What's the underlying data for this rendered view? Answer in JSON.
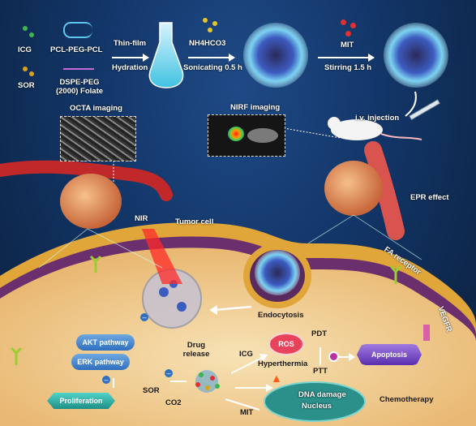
{
  "legend": {
    "icg": "ICG",
    "pcl_peg_pcl": "PCL-PEG-PCL",
    "sor": "SOR",
    "dspe_peg_folate": "DSPE-PEG\n(2000) Folate"
  },
  "steps": {
    "thin_film": "Thin-film",
    "hydration": "Hydration",
    "nh4hco3": "NH4HCO3",
    "sonicating": "Sonicating 0.5 h",
    "mit": "MIT",
    "stirring": "Stirring 1.5 h"
  },
  "imaging": {
    "octa": "OCTA imaging",
    "nirf": "NIRF imaging",
    "iv_injection": "i.v. injection",
    "epr_effect": "EPR effect"
  },
  "cell": {
    "nir": "NIR",
    "tumor_cell": "Tumor cell",
    "fa_receptor": "FA receptor",
    "vegfr": "VEGFR",
    "endocytosis": "Endocytosis",
    "drug_release": "Drug\nrelease",
    "akt_pathway": "AKT pathway",
    "erk_pathway": "ERK pathway",
    "proliferation": "Proliferation",
    "sor": "SOR",
    "co2": "CO2",
    "icg": "ICG",
    "ros": "ROS",
    "pdt": "PDT",
    "ptt": "PTT",
    "hyperthermia": "Hyperthermia",
    "apoptosis": "Apoptosis",
    "mit": "MIT",
    "dna_damage": "DNA damage",
    "nucleus": "Nucleus",
    "chemotherapy": "Chemotherapy"
  },
  "colors": {
    "icg": "#3fb34f",
    "sor": "#d9a21b",
    "mit": "#e03030",
    "membrane": "#e0a63a",
    "cytoplasm": "#f3d6a0",
    "apoptosis": "#7b4fc2",
    "proliferation": "#29a9a0"
  }
}
